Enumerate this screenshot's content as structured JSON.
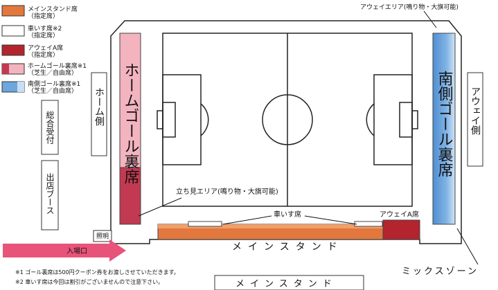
{
  "legend": {
    "items": [
      {
        "label": "メインスタンド席\n（指定席）",
        "color": "#e2783e"
      },
      {
        "label": "車いす席※2\n（指定席）",
        "color": "#ffffff"
      },
      {
        "label": "アウェイA席\n（指定席）",
        "color": "#b3242e"
      },
      {
        "label": "ホームゴール裏席※1\n（芝生／自由席）",
        "color": "#f3b4bf"
      },
      {
        "label": "南側ゴール裏席※1\n（芝生／自由席）",
        "color": "#6ea6de"
      }
    ]
  },
  "labels": {
    "away_area": "アウェイエリア(鳴り物・大旗可能)",
    "home_goal_stand": "ホームゴール裏席",
    "south_goal_stand": "南側ゴール裏席",
    "home_side": "ホーム側",
    "away_side": "アウェイ側",
    "info_desk": "総合受付",
    "booth": "出店ブース",
    "standing_area": "立ち見エリア(鳴り物・大旗可能)",
    "wheelchair": "車いす席",
    "away_a": "アウェイA席",
    "main_stand": "メインスタンド",
    "main_stand_bottom": "メインスタンド",
    "entrance": "入場口",
    "lighting": "照明",
    "mixed_zone": "ミックスゾーン",
    "note1": "※1  ゴール裏席は500円クーポン券をお渡しさせていただきます。",
    "note2": "※2  車いす席は今回は割引がございませんので注意下さい。"
  },
  "colors": {
    "main": "#e2783e",
    "away_a": "#b3242e",
    "home_goal": "#f3b4bf",
    "home_goal_dark": "#c23a52",
    "south_goal": "#6ea6de",
    "entrance_arrow": "#e8537a"
  }
}
